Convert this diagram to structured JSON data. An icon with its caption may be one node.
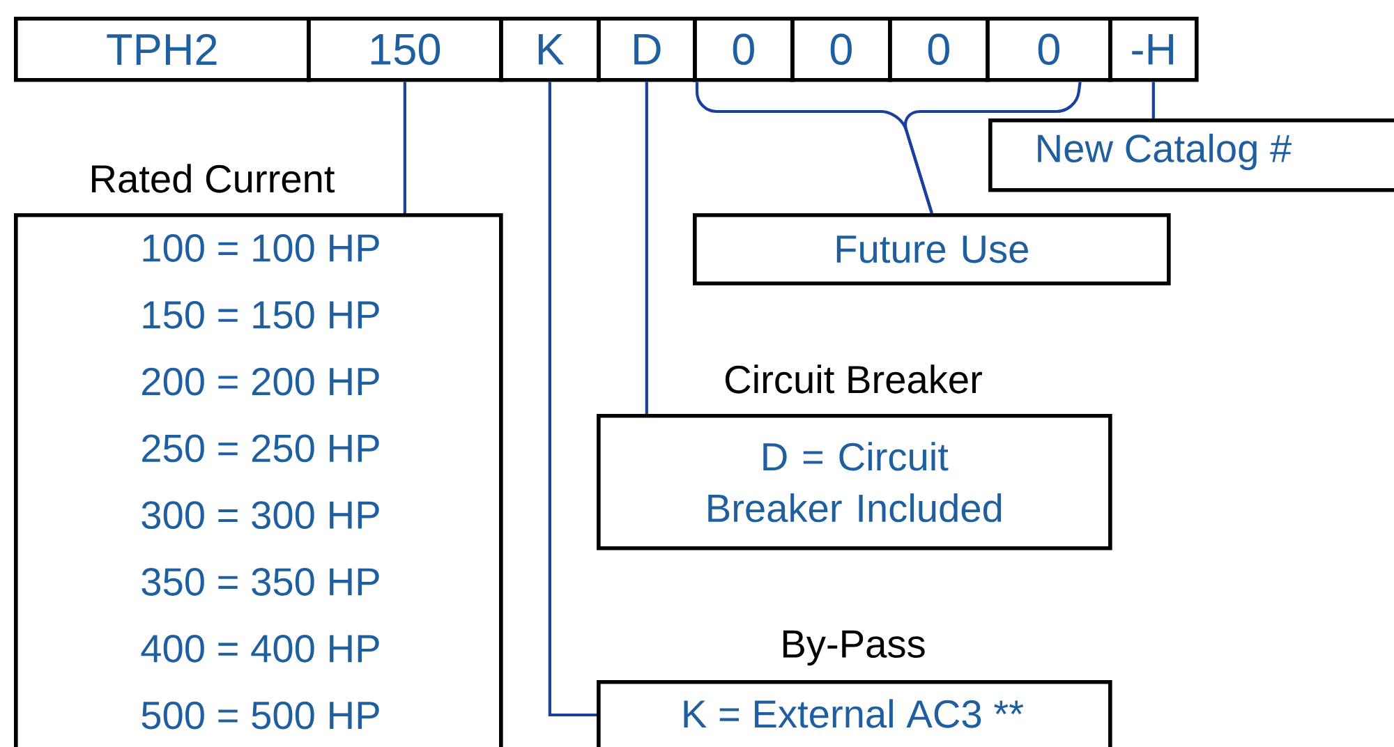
{
  "diagram": {
    "nodes": [
      {
        "text": [
          "TPH2"
        ]
      },
      {
        "text": [
          "150"
        ]
      },
      {
        "text": [
          "K"
        ]
      },
      {
        "text": [
          "D"
        ]
      },
      {
        "text": [
          "0"
        ]
      },
      {
        "text": [
          "0"
        ]
      },
      {
        "text": [
          "0"
        ]
      },
      {
        "text": [
          "0"
        ]
      },
      {
        "text": [
          "-H"
        ]
      },
      {
        "text": [
          "New Catalog #"
        ]
      },
      {
        "text": [
          "Future Use"
        ]
      },
      {
        "text": [
          "Circuit Breaker",
          "D = Circuit Breaker Included"
        ]
      },
      {
        "text": [
          "By-Pass",
          "K = External AC3 **"
        ]
      },
      {
        "text": [
          "Rated Current",
          "100 = 100 HP",
          "150 = 150 HP",
          "200 = 200 HP",
          "250 = 250 HP",
          "300 = 300 HP",
          "350 = 350 HP",
          "400 = 400 HP",
          "500 = 500 HP"
        ]
      }
    ],
    "edges": [
      {
        "from": 1,
        "to": 13,
        "arrow": "none"
      },
      {
        "from": 2,
        "to": 12,
        "arrow": "none"
      },
      {
        "from": 3,
        "to": 11,
        "arrow": "none"
      },
      {
        "from": 4,
        "to": 10,
        "arrow": "none"
      },
      {
        "from": 7,
        "to": 10,
        "arrow": "none"
      },
      {
        "from": 8,
        "to": 9,
        "arrow": "none"
      }
    ]
  }
}
